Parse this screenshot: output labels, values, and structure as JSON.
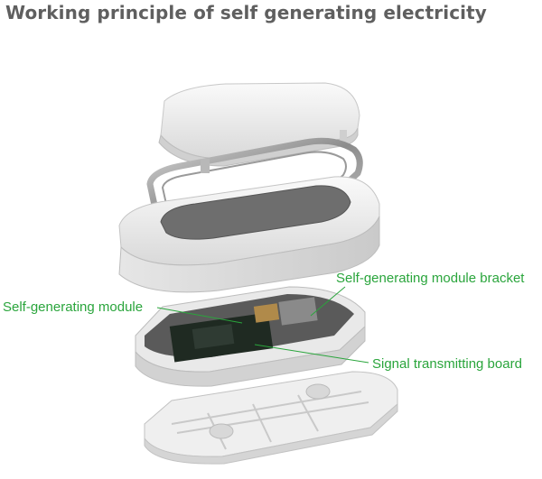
{
  "title": "Working principle of self generating electricity",
  "labels": {
    "bracket": "Self-generating module bracket",
    "module": "Self-generating module",
    "board": "Signal transmitting board"
  },
  "colors": {
    "title": "#5f5f5f",
    "label": "#2aa53c",
    "shell_light": "#f4f4f4",
    "shell_shadow": "#cfcfcf",
    "metal": "#a9a9a9",
    "pcb": "#1f2a22"
  }
}
